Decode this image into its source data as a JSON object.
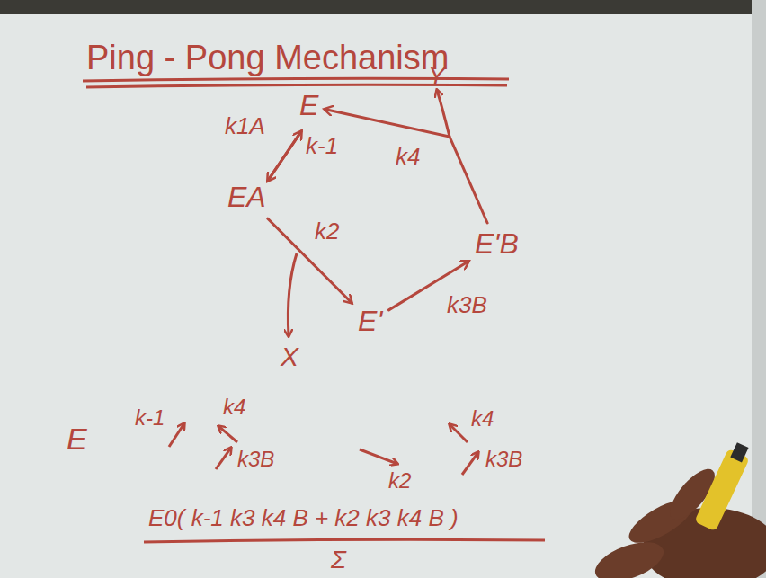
{
  "diagram": {
    "title": "Ping - Pong Mechanism",
    "nodes": [
      {
        "text": [
          "E"
        ]
      },
      {
        "text": [
          "EA"
        ]
      },
      {
        "text": [
          "E'"
        ]
      },
      {
        "text": [
          "E'B"
        ]
      }
    ],
    "edges": [
      {
        "from": 0,
        "to": 1,
        "label": "k1A",
        "arrow": "to"
      },
      {
        "from": 1,
        "to": 0,
        "label": "k-1",
        "arrow": "to"
      },
      {
        "from": 1,
        "to": 2,
        "label": "k2",
        "arrow": "to"
      },
      {
        "from": 2,
        "to": 3,
        "label": "k3B",
        "arrow": "to"
      },
      {
        "from": 3,
        "to": 0,
        "label": "k4",
        "arrow": "to"
      }
    ],
    "labels": [
      "X",
      "Y",
      "E",
      "k-1",
      "k4",
      "k3B",
      "k2",
      "k3B",
      "k4",
      "E0( k-1 k3 k4 B + k2 k3 k4 B )",
      "Σ"
    ]
  }
}
